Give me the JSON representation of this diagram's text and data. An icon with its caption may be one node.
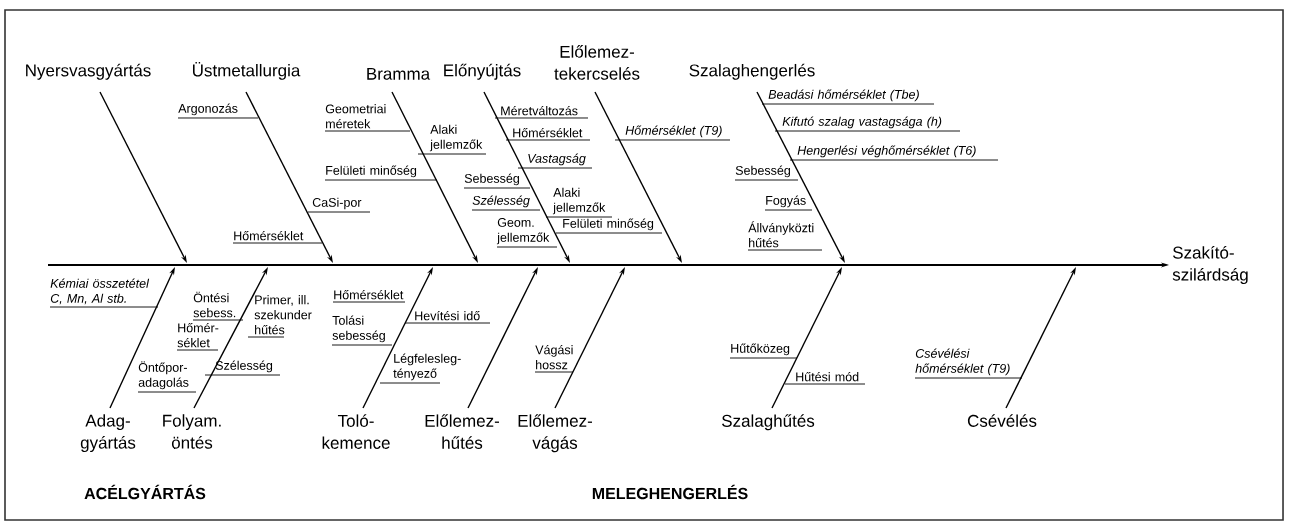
{
  "diagram": {
    "nodes": [
      {
        "text": [
          "Nyersvasgyártás"
        ]
      },
      {
        "text": [
          "Üstmetallurgia"
        ]
      },
      {
        "text": [
          "Bramma"
        ]
      },
      {
        "text": [
          "Előnyújtás"
        ]
      },
      {
        "text": [
          "Előlemez-tekercselés"
        ]
      },
      {
        "text": [
          "Szalaghengerlés"
        ]
      },
      {
        "text": [
          "Szakító-szilárdság"
        ]
      },
      {
        "text": [
          "Adag-gyártás"
        ]
      },
      {
        "text": [
          "Folyam. öntés"
        ]
      },
      {
        "text": [
          "Toló-kemence"
        ]
      },
      {
        "text": [
          "Előlemez-hűtés"
        ]
      },
      {
        "text": [
          "Előlemez-vágás"
        ]
      },
      {
        "text": [
          "Szalaghűtés"
        ]
      },
      {
        "text": [
          "Csévélés"
        ]
      }
    ],
    "edges": [
      {
        "from": null,
        "to": 6,
        "arrow": "to"
      },
      {
        "from": 0,
        "to": null,
        "arrow": "to"
      },
      {
        "from": 1,
        "to": null,
        "arrow": "to"
      },
      {
        "from": 2,
        "to": null,
        "arrow": "to"
      },
      {
        "from": 3,
        "to": null,
        "arrow": "to"
      },
      {
        "from": 4,
        "to": null,
        "arrow": "to"
      },
      {
        "from": 5,
        "to": null,
        "arrow": "to"
      },
      {
        "from": 7,
        "to": null,
        "arrow": "to"
      },
      {
        "from": 8,
        "to": null,
        "arrow": "to"
      },
      {
        "from": 9,
        "to": null,
        "arrow": "to"
      },
      {
        "from": 10,
        "to": null,
        "arrow": "to"
      },
      {
        "from": 11,
        "to": null,
        "arrow": "to"
      },
      {
        "from": 12,
        "to": null,
        "arrow": "to"
      },
      {
        "from": 13,
        "to": null,
        "arrow": "to"
      }
    ],
    "labels": [
      "Argonozás",
      "Geometriai méretek",
      "Alaki jellemzők",
      "Felületi minőség",
      "CaSi-por",
      "Hőmérséklet",
      "Méretváltozás",
      "Hőmérséklet",
      "Vastagság",
      "Sebesség",
      "Szélesség",
      "Alaki jellemzők",
      "Geom. jellemzők",
      "Felületi minőség",
      "Hőmérséklet (T9)",
      "Beadási hőmérséklet (Tbe)",
      "Kifutó szalag vastagsága (h)",
      "Hengerlési véghőmérséklet (T6)",
      "Sebesség",
      "Fogyás",
      "Állványközti hűtés",
      "Kémiai összetétel C, Mn, Al stb.",
      "Öntési sebess.",
      "Primer, ill. szekunder hűtés",
      "Hőmér-séklet",
      "Szélesség",
      "Öntőpor-adagolás",
      "Hőmérséklet",
      "Tolási sebesség",
      "Hevítési idő",
      "Légfelesleg-tényező",
      "Vágási hossz",
      "Hűtőközeg",
      "Hűtési mód",
      "Csévélési hőmérséklet (T9)",
      "ACÉLGYÁRTÁS",
      "MELEGHENGERLÉS"
    ]
  }
}
